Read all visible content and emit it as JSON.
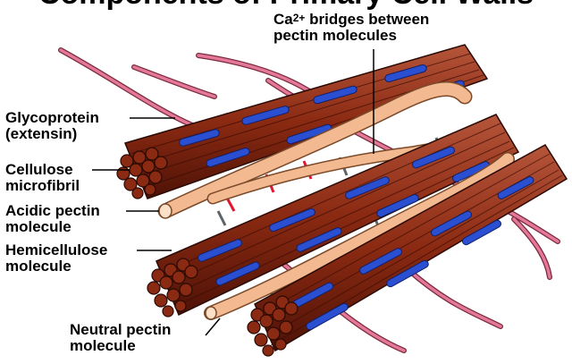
{
  "title": "Components of Primary Cell Walls",
  "labels": {
    "calcium": {
      "prefix": "Ca",
      "superscript": "2+",
      "rest": " bridges between",
      "line2": "pectin molecules"
    },
    "glycoprotein": {
      "line1": "Glycoprotein",
      "line2": "(extensin)"
    },
    "cellulose": {
      "line1": "Cellulose",
      "line2": "microfibril"
    },
    "acidic_pectin": {
      "line1": "Acidic pectin",
      "line2": "molecule"
    },
    "hemicellulose": {
      "line1": "Hemicellulose",
      "line2": "molecule"
    },
    "neutral_pectin": {
      "line1": "Neutral pectin",
      "line2": "molecule"
    }
  },
  "colors": {
    "microfibril_brown": "#8B2A12",
    "microfibril_dark": "#5A1508",
    "microfibril_blue": "#2A4FD0",
    "pectin_tan": "#F3B990",
    "pectin_outline": "#7A4A2A",
    "extensin_pink": "#E4789A",
    "calcium_red": "#E01530",
    "hemicellulose_gray": "#8A8F94"
  }
}
